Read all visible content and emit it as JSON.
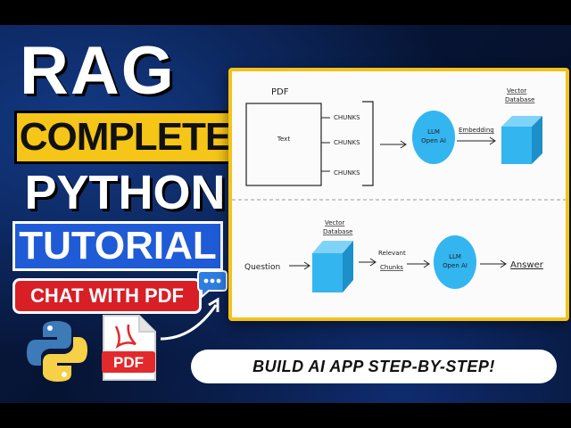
{
  "title": {
    "line1": "RAG",
    "line2": "COMPLETE",
    "line3": "PYTHON",
    "line4": "TUTORIAL",
    "line5": "CHAT WITH PDF"
  },
  "pdf_icon": {
    "label": "PDF"
  },
  "banner": {
    "text": "BUILD AI APP STEP-BY-STEP!"
  },
  "diagram": {
    "top": {
      "pdf_label": "PDF",
      "doc_text": "Text",
      "chunks": [
        "CHUNKS",
        "CHUNKS",
        "CHUNKS"
      ],
      "llm_line1": "LLM",
      "llm_line2": "Open AI",
      "embedding_label": "Embedding",
      "db_line1": "Vector",
      "db_line2": "Database"
    },
    "bottom": {
      "question_label": "Question",
      "db_line1": "Vector",
      "db_line2": "Database",
      "relevant_line1": "Relevant",
      "relevant_line2": "Chunks",
      "llm_line1": "LLM",
      "llm_line2": "Open AI",
      "answer_label": "Answer"
    }
  },
  "icons": {
    "python": "python-logo-icon",
    "pdf": "pdf-file-icon",
    "chat": "chat-bubble-icon",
    "arrow": "curved-arrow-icon",
    "cube": "cube-icon"
  },
  "colors": {
    "background": "#06122e",
    "complete_bg": "#f5c518",
    "tutorial_bg": "#1f5bd6",
    "chat_bg": "#d81f26",
    "board_border": "#f3c21a",
    "diagram_blue": "#33b5f0"
  }
}
